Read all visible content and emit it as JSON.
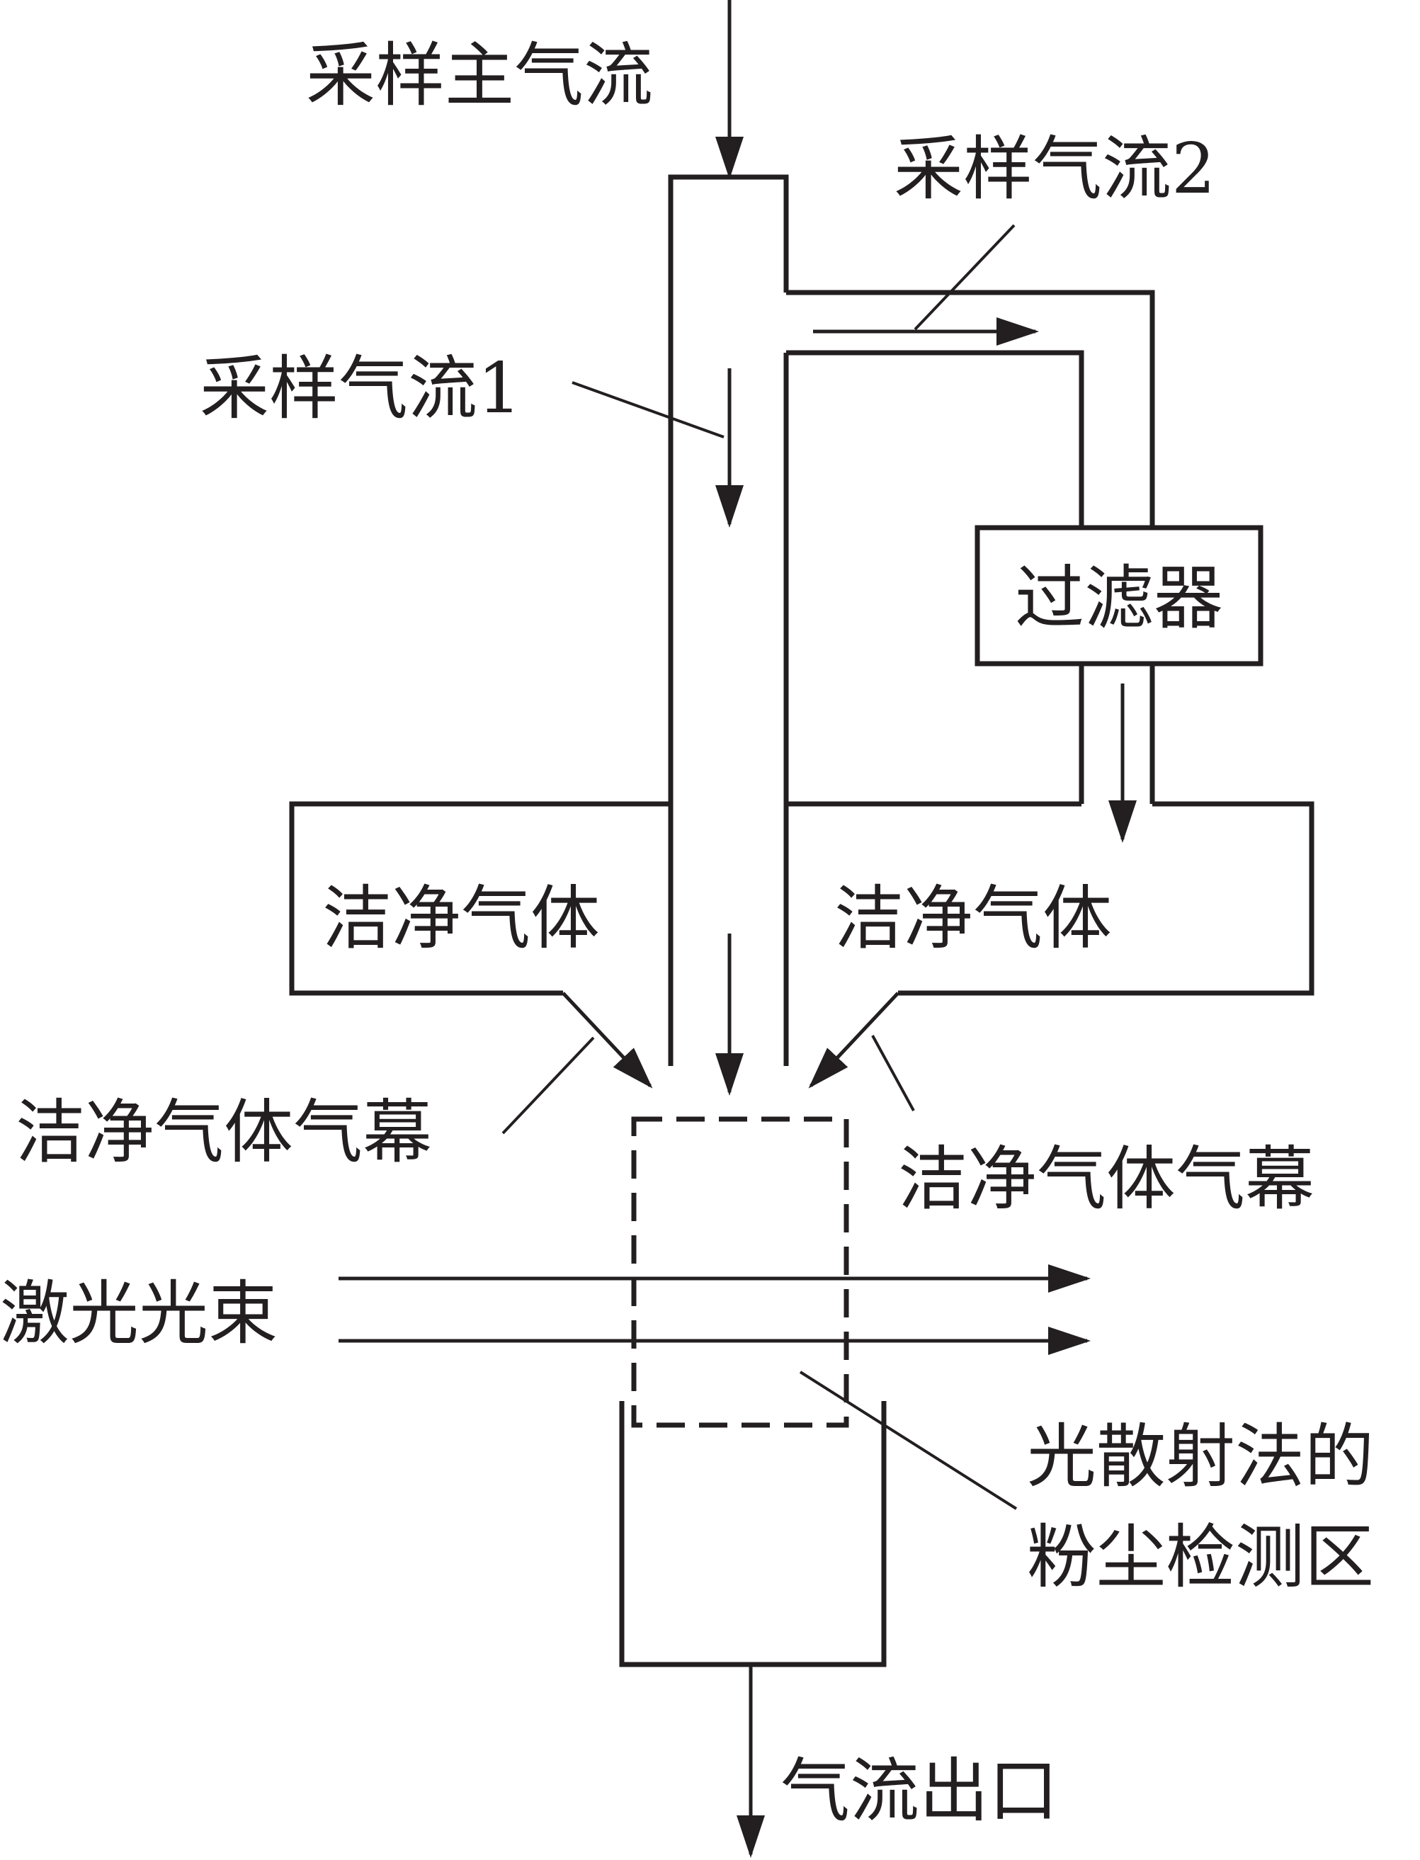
{
  "labels": {
    "main_sample_flow": "采样主气流",
    "sample_flow_2": "采样气流2",
    "sample_flow_1": "采样气流1",
    "filter": "过滤器",
    "clean_gas_left": "洁净气体",
    "clean_gas_right": "洁净气体",
    "clean_gas_curtain_left": "洁净气体气幕",
    "clean_gas_curtain_right": "洁净气体气幕",
    "laser_beam": "激光光束",
    "detection_zone_line1": "光散射法的",
    "detection_zone_line2": "粉尘检测区",
    "outlet": "气流出口"
  },
  "colors": {
    "stroke": "#231f20",
    "background": "#ffffff"
  }
}
